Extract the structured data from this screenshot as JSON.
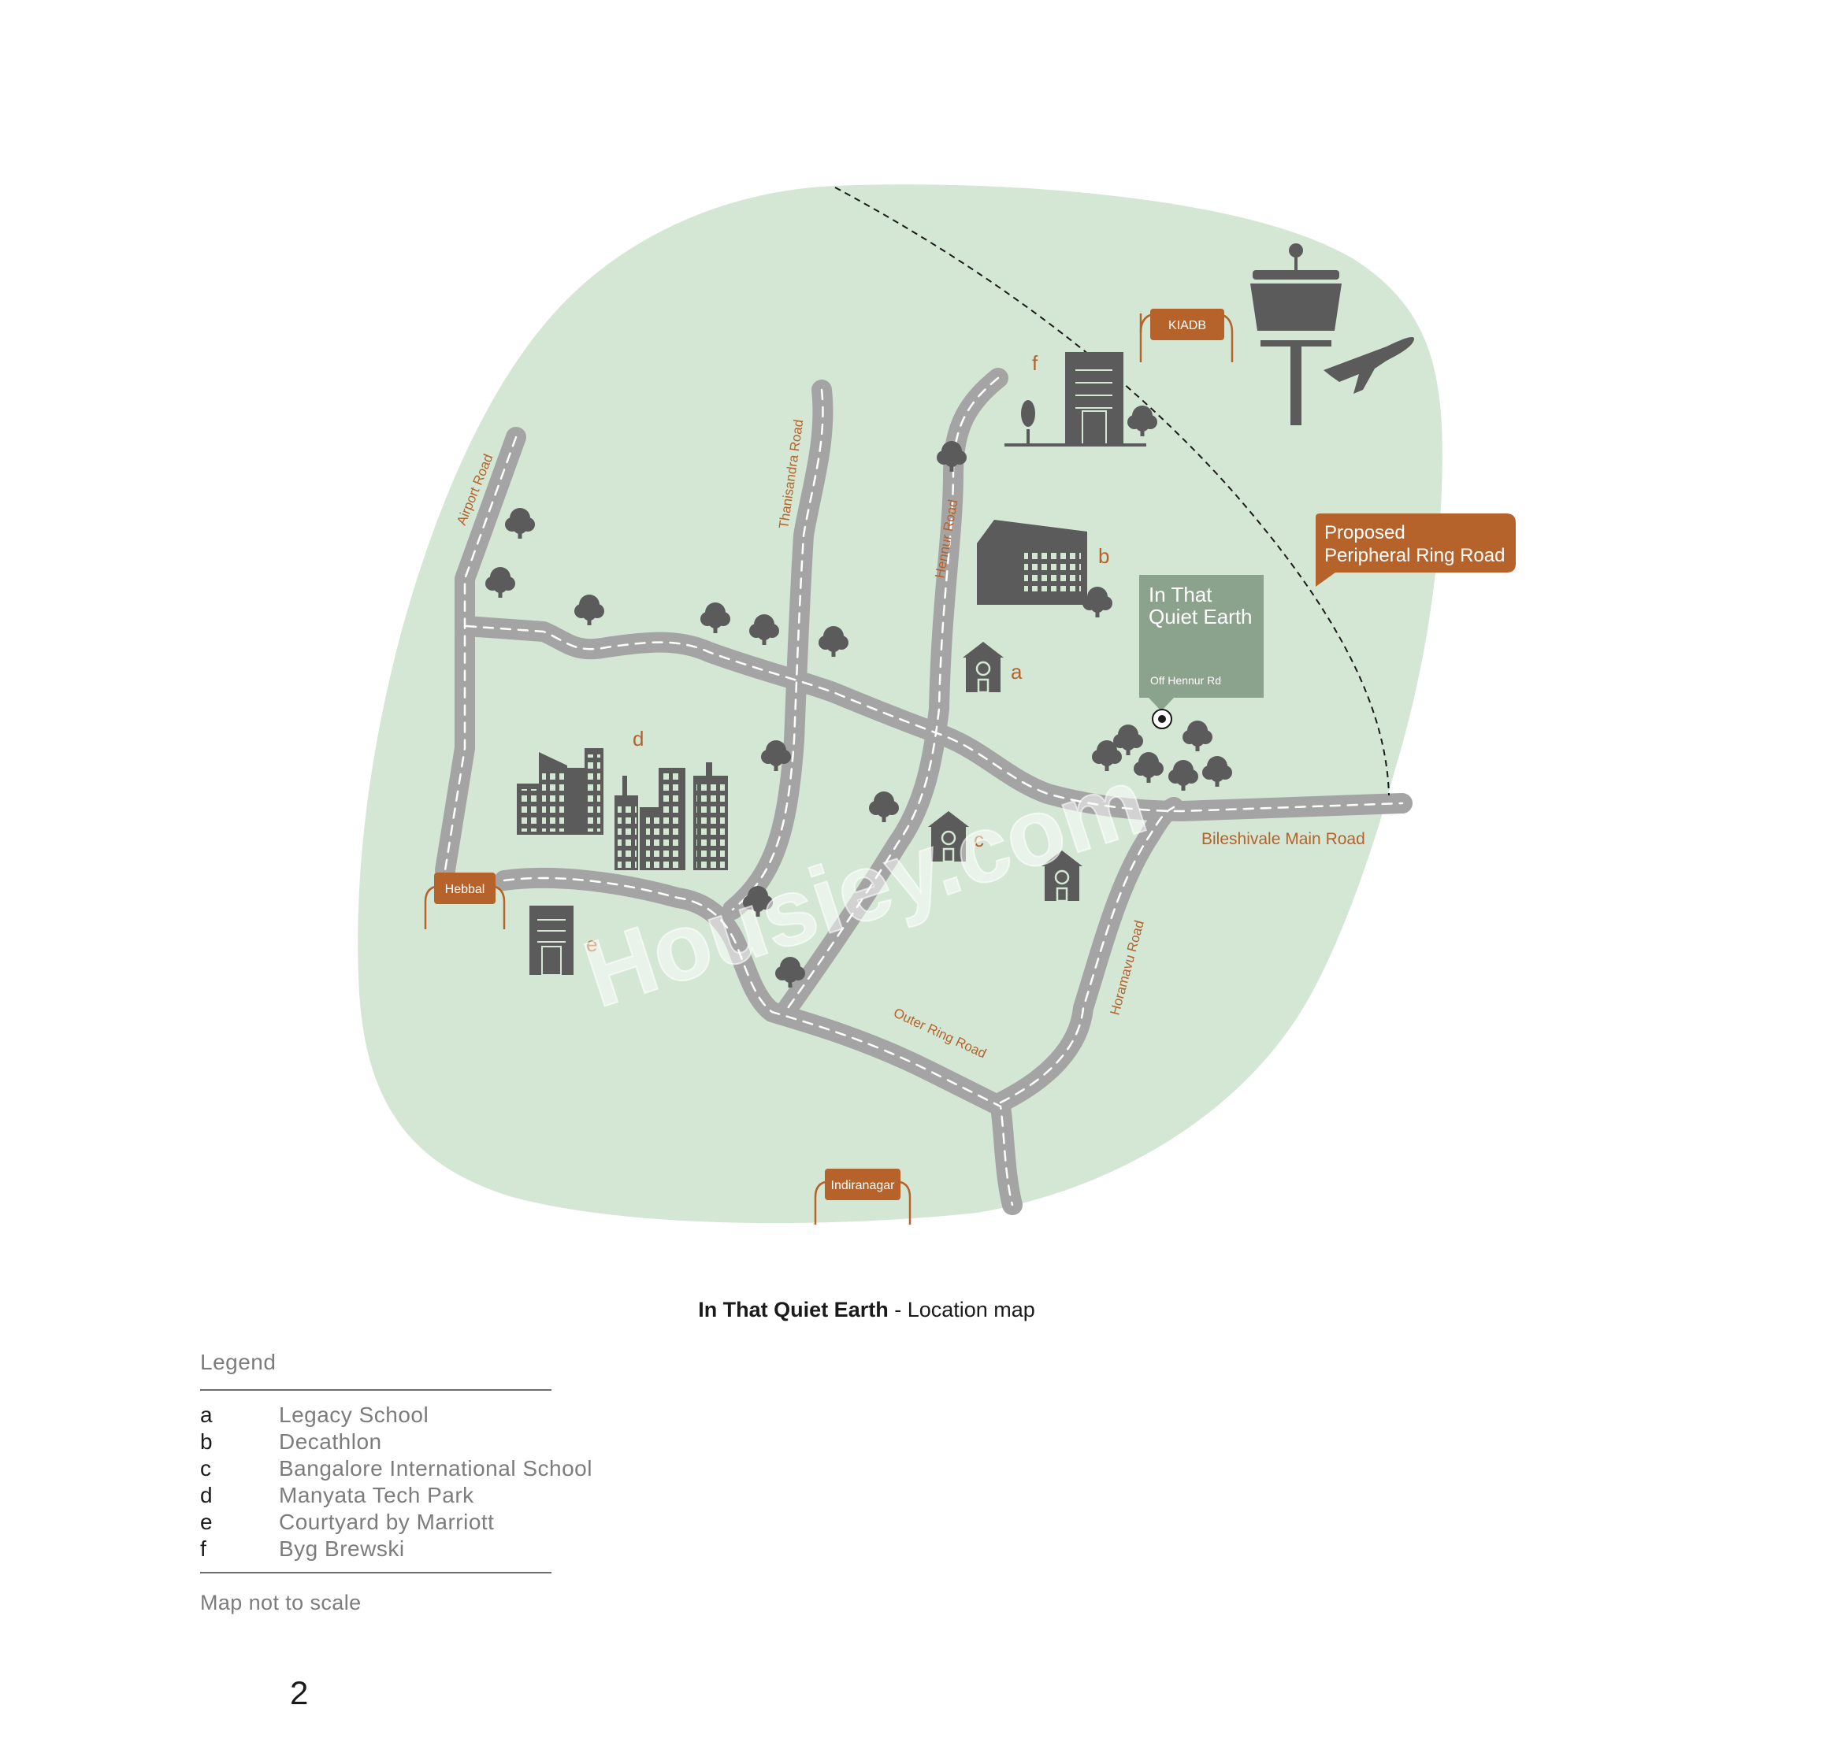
{
  "map": {
    "pin": {
      "title_line1": "In That",
      "title_line2": "Quiet Earth",
      "subtitle": "Off Hennur Rd"
    },
    "callout": {
      "line1": "Proposed",
      "line2": "Peripheral Ring Road"
    },
    "place_tags": {
      "kiadb": "KIADB",
      "hebbal": "Hebbal",
      "indiranagar": "Indiranagar"
    },
    "roads": {
      "airport": "Airport Road",
      "thanisandra": "Thanisandra Road",
      "hennur": "Hennur Road",
      "bileshivale": "Bileshivale Main Road",
      "outer_ring": "Outer Ring Road",
      "horamavu": "Horamavu Road"
    },
    "markers": {
      "a": "a",
      "b": "b",
      "c": "c",
      "d": "d",
      "e": "e",
      "f": "f"
    },
    "watermark": "Housiey.com",
    "colors": {
      "land": "#d3e7d4",
      "road": "#a4a4a4",
      "icon": "#5b5b5b",
      "accent": "#b5622b",
      "pin_box": "#8ba38d"
    }
  },
  "caption": {
    "bold": "In That Quiet Earth",
    "rest": " - Location map"
  },
  "legend": {
    "title": "Legend",
    "items": [
      {
        "key": "a",
        "label": "Legacy School"
      },
      {
        "key": "b",
        "label": "Decathlon"
      },
      {
        "key": "c",
        "label": "Bangalore International School"
      },
      {
        "key": "d",
        "label": "Manyata Tech Park"
      },
      {
        "key": "e",
        "label": "Courtyard by Marriott"
      },
      {
        "key": "f",
        "label": "Byg Brewski"
      }
    ],
    "note": "Map not to scale"
  },
  "page_number": "2"
}
